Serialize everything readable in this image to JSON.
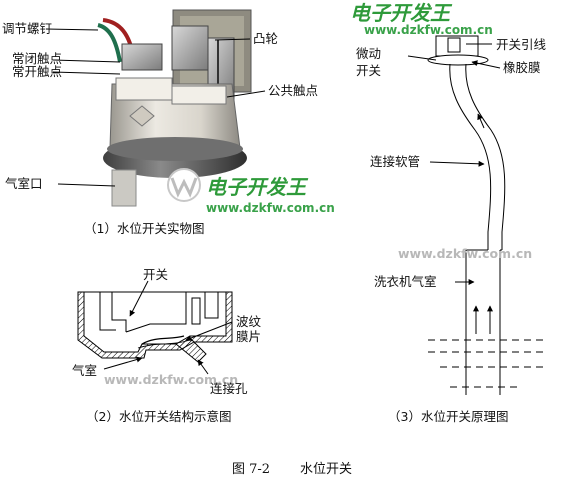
{
  "watermark": {
    "title": "电子开发王",
    "url": "www.dzkfw.com.cn"
  },
  "photo": {
    "labels": {
      "adjust_screw": "调节螺钉",
      "nc_contact": "常闭触点",
      "no_contact": "常开触点",
      "cam": "凸轮",
      "common_contact": "公共触点",
      "air_inlet": "气室口"
    },
    "caption": "（1）水位开关实物图"
  },
  "structure": {
    "labels": {
      "switch": "开关",
      "diaphragm_1": "波纹",
      "diaphragm_2": "膜片",
      "air_chamber": "气室",
      "connect_hole": "连接孔"
    },
    "caption": "（2）水位开关结构示意图"
  },
  "principle": {
    "labels": {
      "micro_1": "微动",
      "micro_2": "开关",
      "lead": "开关引线",
      "rubber": "橡胶膜",
      "hose": "连接软管",
      "washer_chamber": "洗衣机气室"
    },
    "caption": "（3）水位开关原理图"
  },
  "figure_caption": {
    "number": "图 7-2",
    "title": "水位开关"
  },
  "colors": {
    "watermark_green": "#2e9a3a",
    "hatch": "#000000",
    "photo_body": "#e4e0d8"
  }
}
